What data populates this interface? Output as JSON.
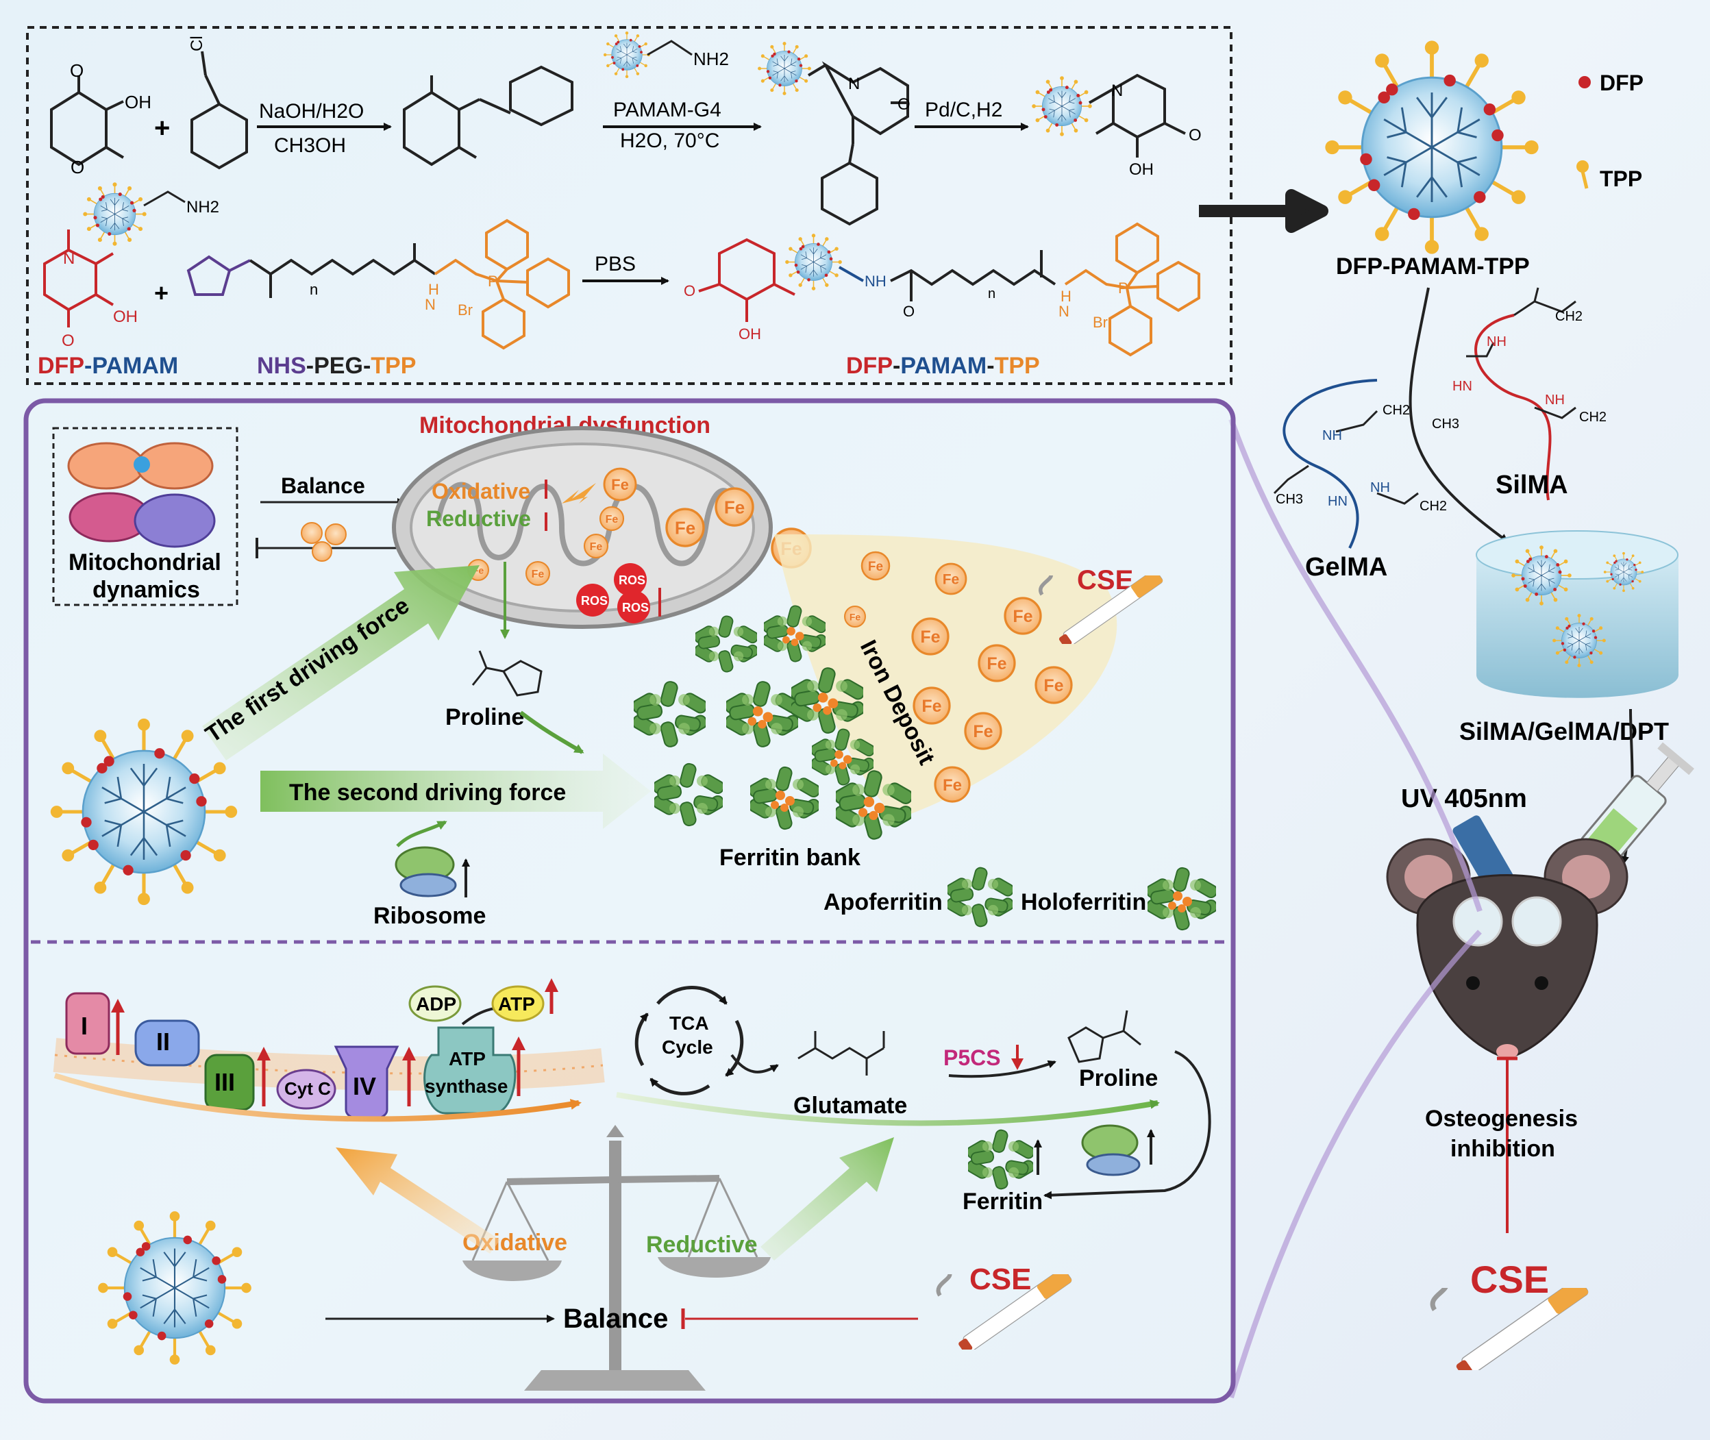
{
  "synthesis": {
    "reagent_nh2": "NH2",
    "reagent_oh": "OH",
    "reagent_cl": "Cl",
    "reagent_o": "O",
    "plus": "+",
    "step1_top": "NaOH/H2O",
    "step1_bottom": "CH3OH",
    "step2_top": "PAMAM-G4",
    "step2_bottom": "H2O, 70°C",
    "step3_top": "Pd/C,H2",
    "step4_top": "PBS",
    "n_label": "n",
    "br_label": "Br",
    "h_label": "H",
    "n_atom": "N",
    "p_atom": "P",
    "nh_label": "NH",
    "label_dfp": "DFP",
    "label_pamam": "PAMAM",
    "label_nhs": "NHS",
    "label_peg": "PEG",
    "label_tpp": "TPP",
    "dash": "-"
  },
  "nanoparticle": {
    "title": "DFP-PAMAM-TPP",
    "legend_dfp": "DFP",
    "legend_tpp": "TPP"
  },
  "hydrogel": {
    "silma": "SilMA",
    "gelma": "GelMA",
    "composite": "SilMA/GelMA/DPT",
    "uv": "UV 405nm",
    "osteo_line1": "Osteogenesis",
    "osteo_line2": "inhibition",
    "cse": "CSE",
    "ch2": "CH2",
    "ch3": "CH3",
    "nh": "NH",
    "hn": "HN"
  },
  "upper_panel": {
    "mito_title": "Mitochondrial dysfunction",
    "dyn_line1": "Mitochondrial",
    "dyn_line2": "dynamics",
    "balance": "Balance",
    "oxidative": "Oxidative",
    "reductive": "Reductive",
    "fe": "Fe",
    "ros": "ROS",
    "cse": "CSE",
    "first_force": "The first driving force",
    "second_force": "The second driving force",
    "proline": "Proline",
    "ribosome": "Ribosome",
    "iron_deposit": "Iron Deposit",
    "ferritin_bank": "Ferritin bank",
    "apoferritin": "Apoferritin",
    "holoferritin": "Holoferritin"
  },
  "lower_panel": {
    "complex_1": "I",
    "complex_2": "II",
    "complex_3": "III",
    "cytc": "Cyt C",
    "complex_4": "IV",
    "atp_synth_1": "ATP",
    "atp_synth_2": "synthase",
    "adp": "ADP",
    "atp": "ATP",
    "tca_1": "TCA",
    "tca_2": "Cycle",
    "glutamate": "Glutamate",
    "p5cs": "P5CS",
    "proline": "Proline",
    "ferritin": "Ferritin",
    "oxidative": "Oxidative",
    "reductive": "Reductive",
    "balance": "Balance",
    "cse": "CSE"
  },
  "colors": {
    "red": "#c8262a",
    "orange": "#e8882a",
    "green": "#5aa03c",
    "blue": "#1f4f8f",
    "purple": "#5b3d8f",
    "panel_border": "#7c5aa6",
    "gold": "#f2b632"
  }
}
